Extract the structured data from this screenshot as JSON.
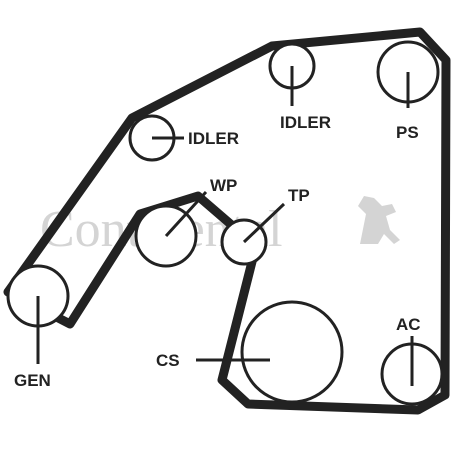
{
  "colors": {
    "belt": "#222222",
    "pulley_stroke": "#222222",
    "label": "#222222",
    "watermark": "#d4d4d4",
    "background": "#ffffff"
  },
  "watermark": {
    "text": "Continental",
    "icon": "rearing-horse-logo"
  },
  "pulleys": [
    {
      "id": "gen",
      "label": "GEN"
    },
    {
      "id": "idler-left",
      "label": "IDLER"
    },
    {
      "id": "wp",
      "label": "WP"
    },
    {
      "id": "tp",
      "label": "TP"
    },
    {
      "id": "idler-top",
      "label": "IDLER"
    },
    {
      "id": "ps",
      "label": "PS"
    },
    {
      "id": "cs",
      "label": "CS"
    },
    {
      "id": "ac",
      "label": "AC"
    }
  ]
}
